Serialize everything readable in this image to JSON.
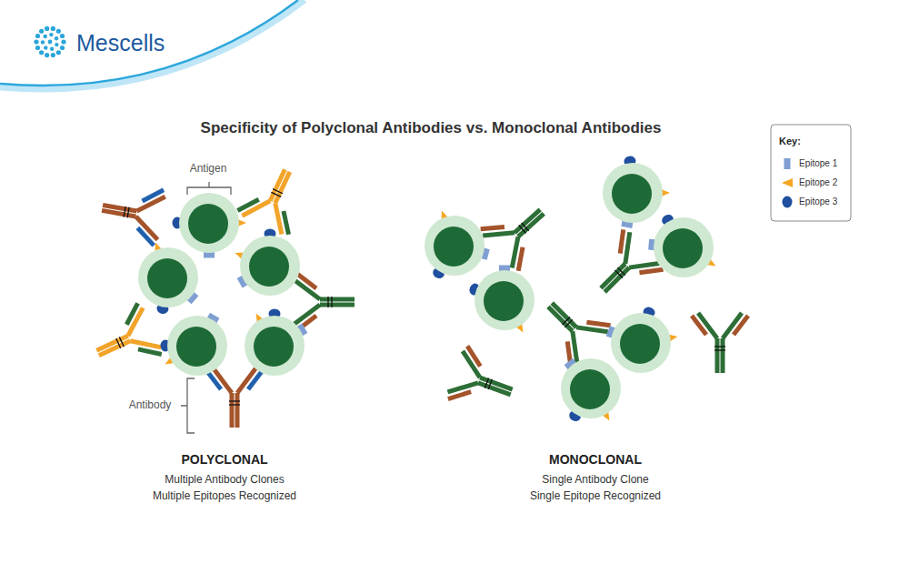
{
  "diagram": {
    "title": "Specificity of Polyclonal Antibodies vs. Monoclonal Antibodies",
    "labels": [
      "Mescells",
      "Antigen",
      "Antibody",
      "POLYCLONAL",
      "Multiple Antibody Clones",
      "Multiple Epitopes Recognized",
      "MONOCLONAL",
      "Single Antibody Clone",
      "Single Epitope Recognized",
      "Key:"
    ],
    "legend": [
      {
        "text": "Epitope 1"
      },
      {
        "text": "Epitope 2"
      },
      {
        "text": "Epitope 3"
      }
    ]
  }
}
